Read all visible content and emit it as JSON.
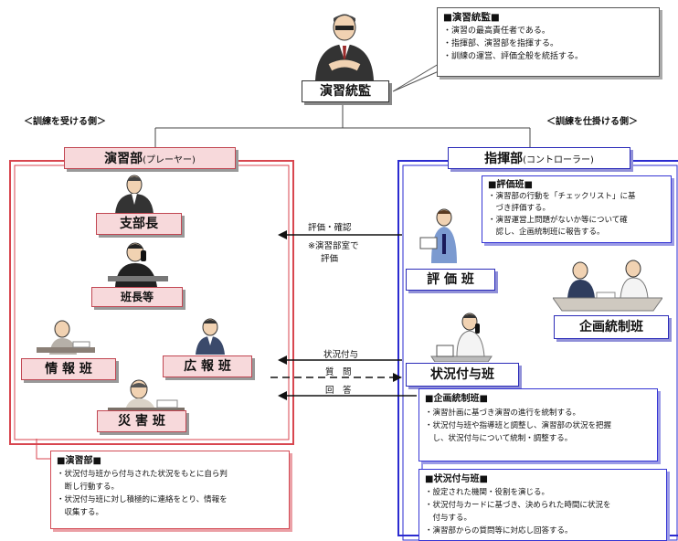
{
  "supervisor": {
    "title": "演習統監",
    "note_heading": "■演習統監■",
    "note_lines": [
      "・演習の最高責任者である。",
      "・指揮部、演習部を指揮する。",
      "・訓練の運営、評価全般を統括する。"
    ]
  },
  "sides": {
    "left": "＜訓練を受ける側＞",
    "right": "＜訓練を仕掛ける側＞"
  },
  "exercise_dept": {
    "title": "演習部",
    "title_sub": "(プレーヤー)",
    "units": {
      "branch_chief": "支部長",
      "section_chiefs": "班長等",
      "info": "情 報 班",
      "pr": "広 報 班",
      "disaster": "災 害 班"
    },
    "note_heading": "■演習部■",
    "note_lines": [
      "・状況付与班から付与された状況をもとに自ら判",
      "　断し行動する。",
      "・状況付与班に対し積極的に連絡をとり、情報を",
      "　収集する。"
    ]
  },
  "command_dept": {
    "title": "指揮部",
    "title_sub": "(コントローラー)",
    "units": {
      "evaluation": "評 価 班",
      "planning": "企画統制班",
      "situation": "状況付与班"
    },
    "eval_note_heading": "■評価班■",
    "eval_note_lines": [
      "・演習部の行動を「チェックリスト」に基",
      "　づき評価する。",
      "・演習運営上問題がないか等について確",
      "　認し、企画統制班に報告する。"
    ],
    "plan_note_heading": "■企画統制班■",
    "plan_note_lines": [
      "・演習計画に基づき演習の進行を統制する。",
      "・状況付与班や指導班と調整し、演習部の状況を把握",
      "　し、状況付与について統制・調整する。"
    ],
    "sit_note_heading": "■状況付与班■",
    "sit_note_lines": [
      "・設定された機関・役割を演じる。",
      "・状況付与カードに基づき、決められた時間に状況を",
      "　付与する。",
      "・演習部からの質問等に対応し回答する。"
    ]
  },
  "arrows": {
    "eval_confirm": "評価・確認",
    "eval_note_1": "※演習部室で",
    "eval_note_2": "評価",
    "situation": "状況付与",
    "question": "質　問",
    "answer": "回　答"
  },
  "colors": {
    "red": "#d8464f",
    "blue": "#2b2bd0",
    "pink_fill": "#f7d9db"
  }
}
